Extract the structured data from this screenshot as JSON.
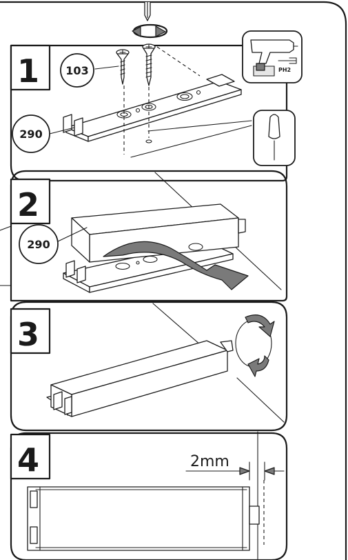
{
  "steps": [
    {
      "number": "1",
      "callouts": [
        "103",
        "290"
      ],
      "tools": [
        "drill-icon",
        "screwdriver-icon"
      ],
      "drill_bit_label": "PH2"
    },
    {
      "number": "2",
      "callouts": [
        "290"
      ]
    },
    {
      "number": "3"
    },
    {
      "number": "4",
      "dimension": "2mm"
    }
  ],
  "colors": {
    "line": "#1a1a1a",
    "arrow_fill": "#7a7a7a",
    "background": "#ffffff"
  }
}
